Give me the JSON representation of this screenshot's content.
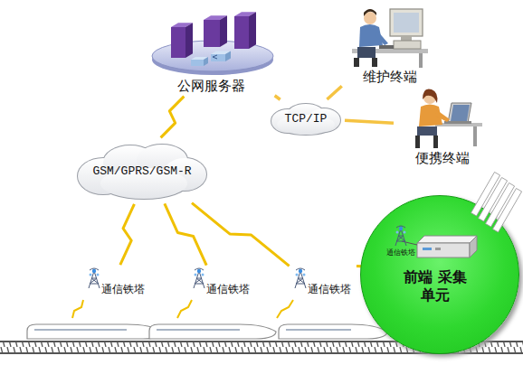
{
  "diagram": {
    "nodes": [
      {
        "text": [
          "公网服务器"
        ]
      },
      {
        "text": [
          "TCP/IP"
        ]
      },
      {
        "text": [
          "维护终端"
        ]
      },
      {
        "text": [
          "便携终端"
        ]
      },
      {
        "text": [
          "GSM/GPRS/GSM-R"
        ]
      },
      {
        "text": [
          "通信铁塔"
        ]
      },
      {
        "text": [
          "通信铁塔"
        ]
      },
      {
        "text": [
          "通信铁塔"
        ]
      },
      {
        "text": [
          "前端 采集单元"
        ]
      },
      {
        "text": [
          "通信铁塔"
        ],
        "in": 8
      }
    ],
    "edges": [
      {
        "from": 0,
        "to": 1,
        "arrow": "none"
      },
      {
        "from": 1,
        "to": 2,
        "arrow": "none"
      },
      {
        "from": 1,
        "to": 3,
        "arrow": "none"
      },
      {
        "from": 0,
        "to": 4,
        "arrow": "none"
      },
      {
        "from": 4,
        "to": 5,
        "arrow": "none"
      },
      {
        "from": 4,
        "to": 6,
        "arrow": "none"
      },
      {
        "from": 4,
        "to": 7,
        "arrow": "none"
      },
      {
        "from": 9,
        "to": 7,
        "arrow": "none"
      }
    ]
  }
}
